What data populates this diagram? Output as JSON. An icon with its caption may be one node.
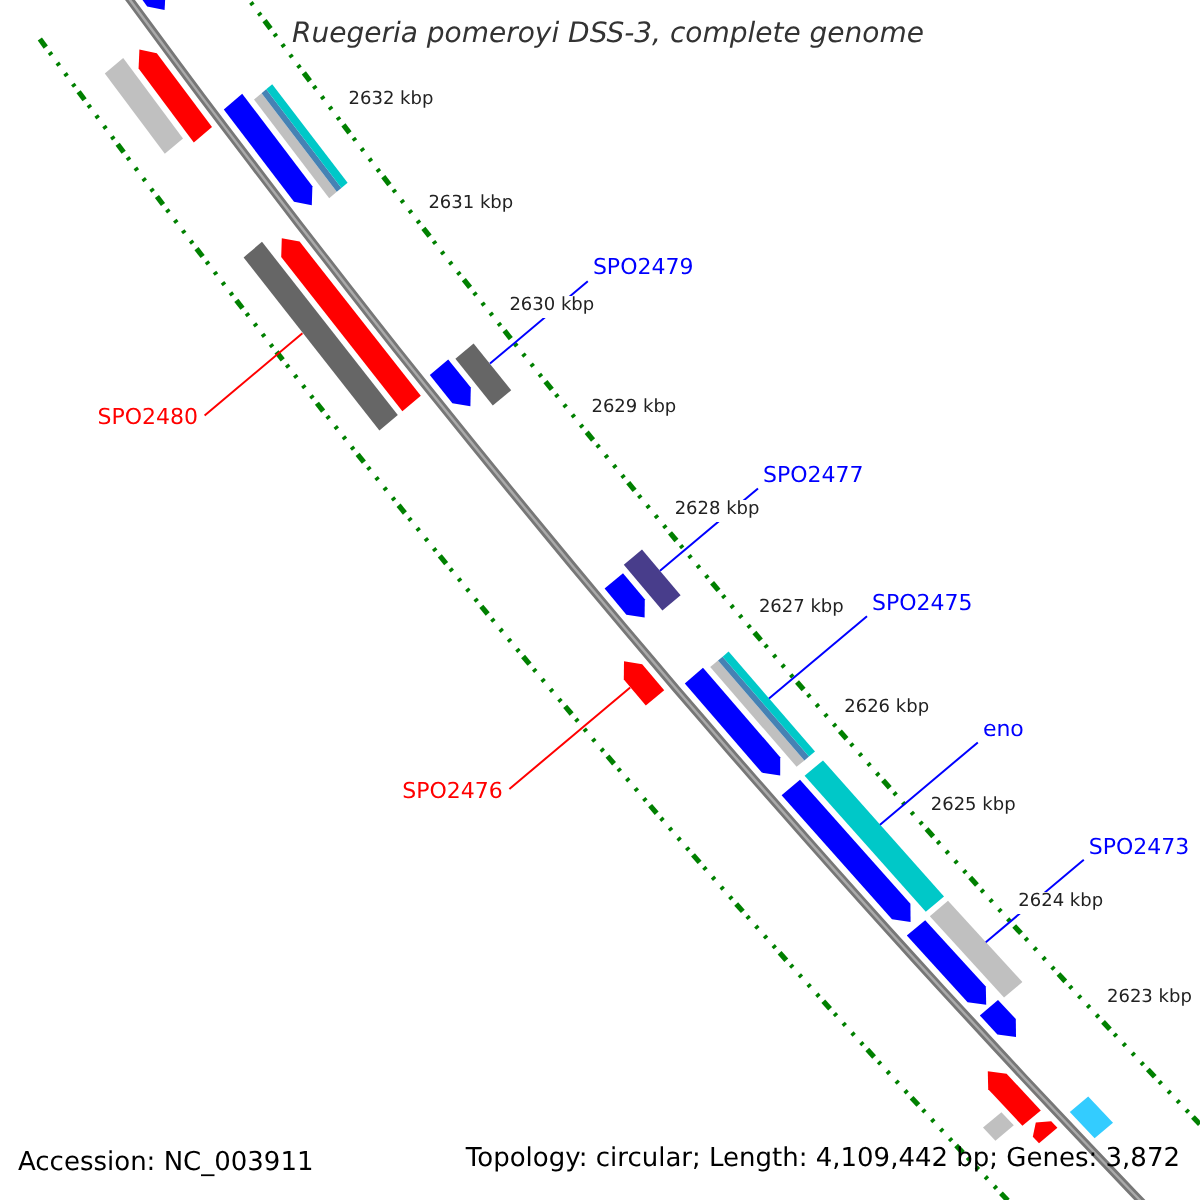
{
  "diagram": {
    "title": "Ruegeria pomeroyi DSS-3, complete genome",
    "nodes": [
      {
        "text": [
          "SPO2479"
        ]
      },
      {
        "text": [
          "SPO2480"
        ]
      },
      {
        "text": [
          "SPO2477"
        ]
      },
      {
        "text": [
          "SPO2475"
        ]
      },
      {
        "text": [
          "SPO2476"
        ]
      },
      {
        "text": [
          "eno"
        ]
      },
      {
        "text": [
          "SPO2473"
        ]
      },
      {
        "text": [],
        "shape": "bar"
      },
      {
        "text": [],
        "shape": "bar"
      },
      {
        "text": [],
        "shape": "bar"
      },
      {
        "text": [],
        "shape": "bar"
      },
      {
        "text": [],
        "shape": "bar"
      },
      {
        "text": [],
        "shape": "bar"
      },
      {
        "text": [],
        "shape": "bar"
      },
      {
        "text": [],
        "shape": "bar"
      },
      {
        "text": [],
        "shape": "bar"
      },
      {
        "text": [],
        "shape": "bar"
      },
      {
        "text": [],
        "shape": "bar"
      },
      {
        "text": [],
        "shape": "bar"
      },
      {
        "text": [],
        "shape": "bar"
      },
      {
        "text": [],
        "shape": "bar"
      },
      {
        "text": [],
        "shape": "bar"
      },
      {
        "text": [],
        "shape": "bar"
      },
      {
        "text": [],
        "shape": "bar"
      },
      {
        "text": [],
        "shape": "bar"
      },
      {
        "text": [],
        "shape": "bar"
      },
      {
        "text": [],
        "shape": "bar"
      },
      {
        "text": [],
        "shape": "bar"
      },
      {
        "text": [],
        "shape": "bar"
      },
      {
        "text": [],
        "shape": "bar"
      }
    ],
    "edges": [
      {
        "from": 0,
        "to": 15,
        "arrow": "none"
      },
      {
        "from": 1,
        "to": 12,
        "arrow": "none",
        "color": "#ff0000"
      },
      {
        "from": 2,
        "to": 16,
        "arrow": "none"
      },
      {
        "from": 3,
        "to": 20,
        "arrow": "none"
      },
      {
        "from": 4,
        "to": 18,
        "arrow": "none",
        "color": "#ff0000"
      },
      {
        "from": 5,
        "to": 22,
        "arrow": "none"
      },
      {
        "from": 6,
        "to": 24,
        "arrow": "none"
      }
    ],
    "labels": [
      "2632 kbp",
      "2631 kbp",
      "2630 kbp",
      "2629 kbp",
      "2628 kbp",
      "2627 kbp",
      "2626 kbp",
      "2625 kbp",
      "2624 kbp",
      "2623 kbp",
      "Accession: NC_003911",
      "Topology: circular; Length: 4,109,442 bp; Genes: 3,872"
    ]
  }
}
